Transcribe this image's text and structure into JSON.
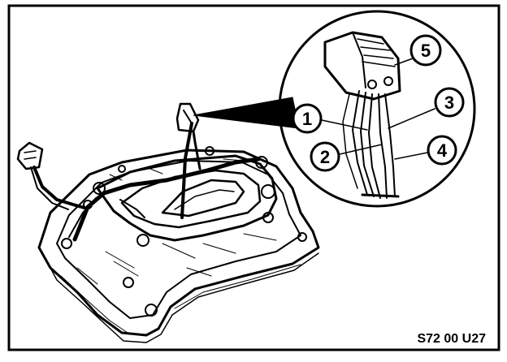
{
  "figure": {
    "code": "S72 00 U27",
    "callouts": [
      {
        "number": "1"
      },
      {
        "number": "2"
      },
      {
        "number": "3"
      },
      {
        "number": "4"
      },
      {
        "number": "5"
      }
    ]
  }
}
